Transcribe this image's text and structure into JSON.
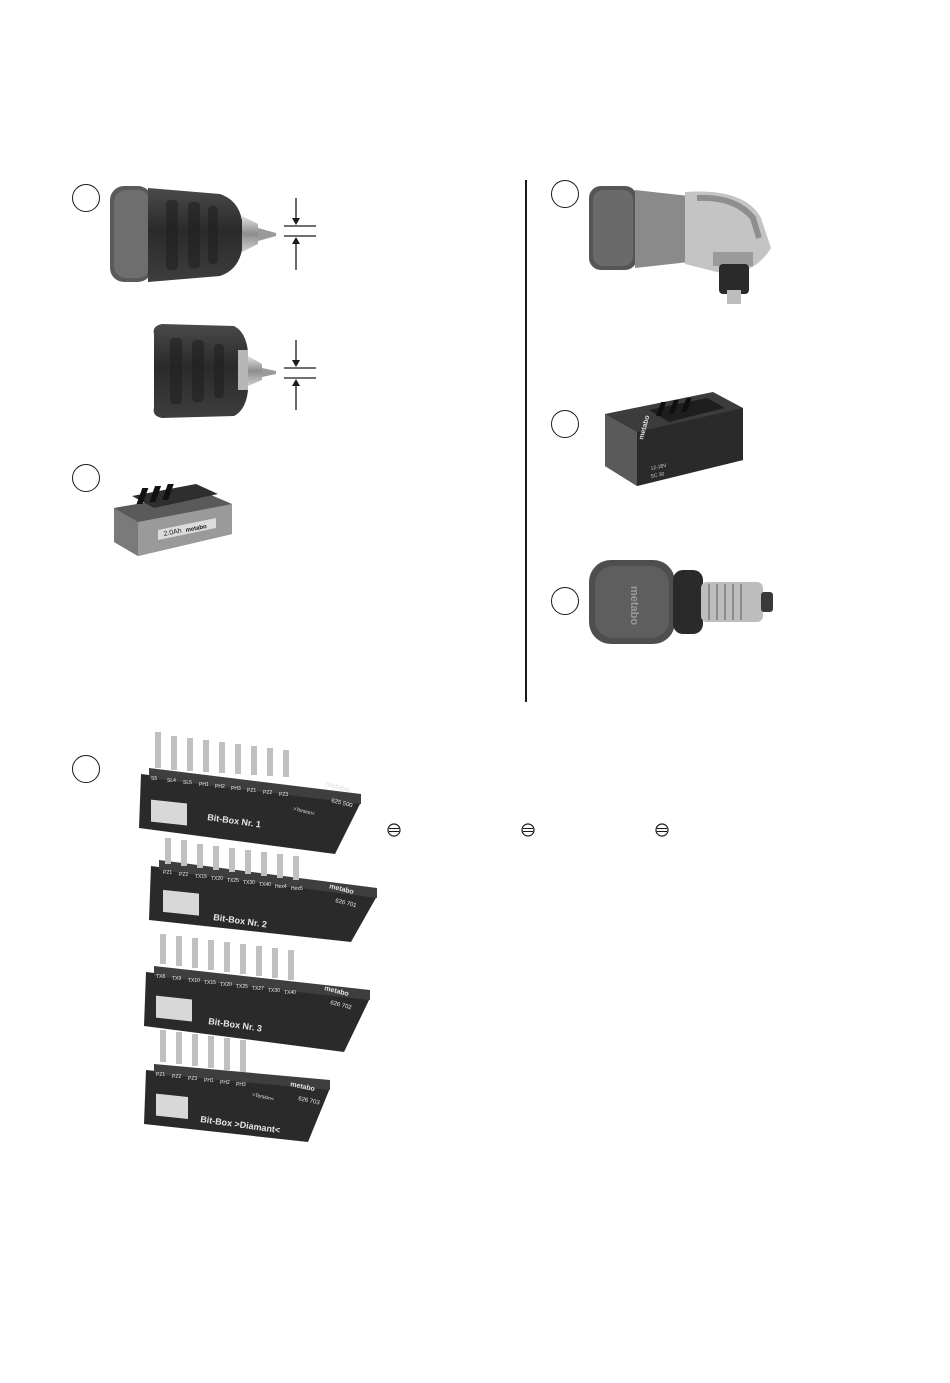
{
  "brand": "metabo",
  "battery": {
    "capacity_label": "2.0Ah"
  },
  "charger": {
    "status_labels": [
      "SC 30",
      "12-18V"
    ]
  },
  "bit_boxes": [
    {
      "title": "Bit-Box Nr. 1",
      "model": "625 500",
      "bit_labels": [
        "S5",
        "SL4",
        "SL5",
        "PH1",
        "PH2",
        "PH3",
        "PZ1",
        "PZ2",
        "PZ3"
      ],
      "tag": ">Torsion<"
    },
    {
      "title": "Bit-Box Nr. 2",
      "model": "626 701",
      "bit_labels": [
        "PZ1",
        "PZ2",
        "TX15",
        "TX20",
        "TX25",
        "TX30",
        "TX40",
        "Hex4",
        "Hex5"
      ],
      "tag": ""
    },
    {
      "title": "Bit-Box Nr. 3",
      "model": "626 702",
      "bit_labels": [
        "TX8",
        "TX9",
        "TX10",
        "TX15",
        "TX20",
        "TX25",
        "TX27",
        "TX30",
        "TX40"
      ],
      "tag": ""
    },
    {
      "title": "Bit-Box >Diamant<",
      "model": "626 703",
      "bit_labels": [
        "PZ1",
        "PZ2",
        "PZ3",
        "PH1",
        "PH2",
        "PH3"
      ],
      "tag": ">Torsion<"
    }
  ],
  "colors": {
    "ink": "#1a1a1a",
    "rubber": "#3a3a3a",
    "metal": "#b9b9b9"
  },
  "icons": [
    "flat-screwdriver-symbol-icon",
    "flat-screwdriver-symbol-icon",
    "flat-screwdriver-symbol-icon"
  ]
}
